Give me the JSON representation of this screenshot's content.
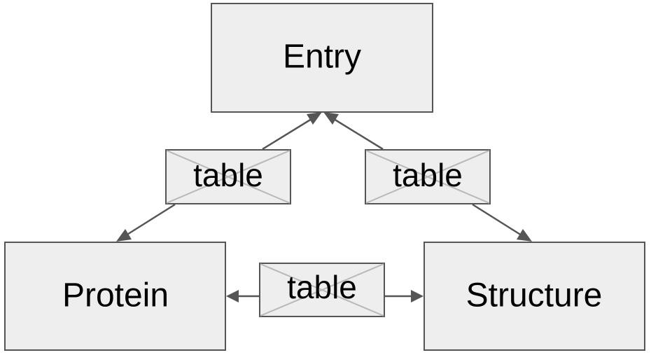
{
  "nodes": {
    "entry": {
      "label": "Entry"
    },
    "protein": {
      "label": "Protein"
    },
    "structure": {
      "label": "Structure"
    }
  },
  "joins": {
    "entry_protein": {
      "label": "table"
    },
    "entry_structure": {
      "label": "table"
    },
    "protein_structure": {
      "label": "table"
    }
  },
  "colors": {
    "box_fill": "#eeeeee",
    "box_stroke": "#555555",
    "cross_stroke": "#b8b8b8",
    "arrow": "#555555"
  }
}
